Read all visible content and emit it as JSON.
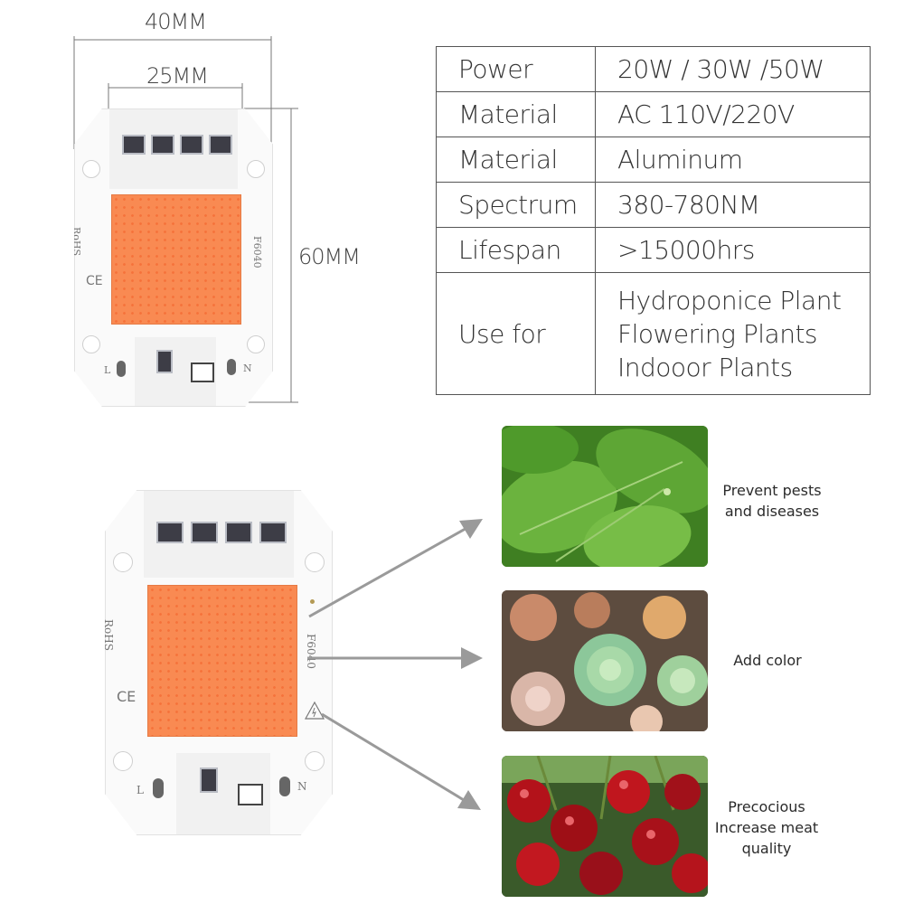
{
  "dimensions": {
    "width_label": "40MM",
    "led_width_label": "25MM",
    "height_label": "60MM"
  },
  "chip_marks": {
    "rohs": "RoHS",
    "ce": "CE",
    "model": "F6040",
    "live": "L",
    "neutral": "N"
  },
  "specs": [
    {
      "key": "Power",
      "value": "20W / 30W /50W"
    },
    {
      "key": "Material",
      "value": "AC 110V/220V"
    },
    {
      "key": "Material",
      "value": "Aluminum"
    },
    {
      "key": "Spectrum",
      "value": "380-780NM"
    },
    {
      "key": "Lifespan",
      "value": ">15000hrs"
    }
  ],
  "use_for": {
    "key": "Use for",
    "values": [
      "Hydroponice Plant",
      "Flowering Plants",
      "Indooor Plants"
    ]
  },
  "benefits": [
    {
      "lines": [
        "Prevent pests",
        "and diseases"
      ],
      "photo": "green-leaves"
    },
    {
      "lines": [
        "Add color"
      ],
      "photo": "succulents"
    },
    {
      "lines": [
        "Precocious",
        "Increase meat",
        "quality"
      ],
      "photo": "cherries"
    }
  ],
  "colors": {
    "led_orange": "#f98a52",
    "arrow_gray": "#9a9a9a",
    "leaf_green": "#5aa33a",
    "cherry_red": "#b3121a"
  }
}
